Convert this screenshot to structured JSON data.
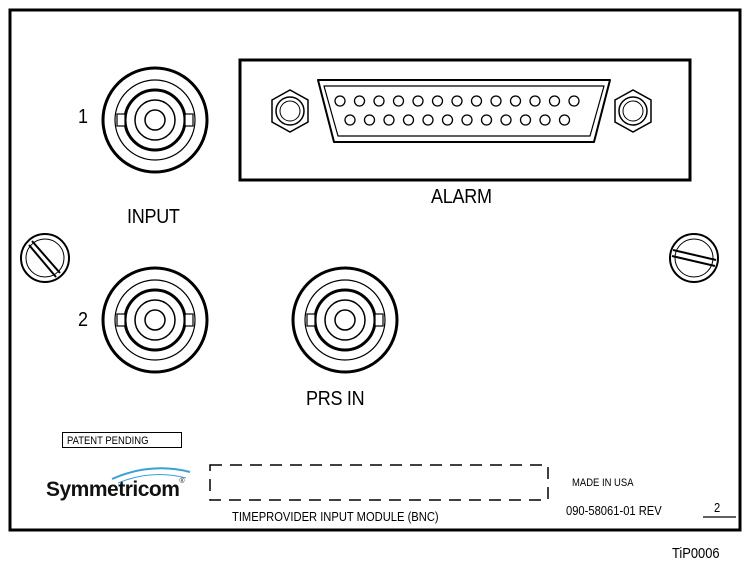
{
  "labels": {
    "input_1": "1",
    "input_2": "2",
    "input": "INPUT",
    "alarm": "ALARM",
    "prs_in": "PRS IN",
    "patent": "PATENT PENDING",
    "logo": "Symmetricom",
    "logo_mark": "®",
    "module_name": "TIMEPROVIDER INPUT MODULE (BNC)",
    "made_in": "MADE IN USA",
    "part_number": "090-58061-01 REV",
    "revision": "2",
    "figure_id": "TiP0006"
  },
  "colors": {
    "line": "#000000",
    "background": "#ffffff",
    "logo_swoosh": "#3aa0d8"
  }
}
